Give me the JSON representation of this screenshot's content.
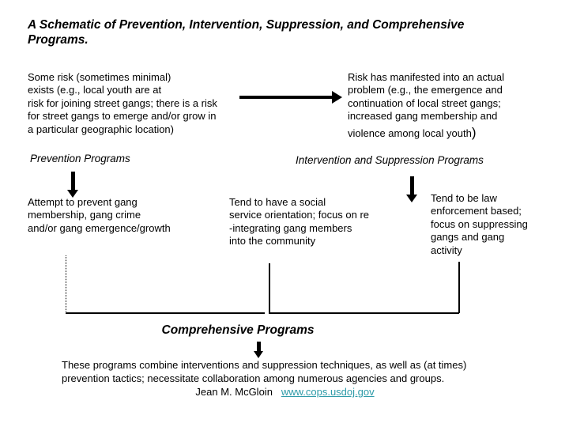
{
  "slide": {
    "title": "A Schematic of Prevention, Intervention, Suppression, and Comprehensive\nPrograms.",
    "risk_left": "Some risk (sometimes minimal)\nexists (e.g., local youth are at\nrisk for joining street gangs; there is a risk\nfor street gangs to emerge and/or grow in\na particular geographic location)",
    "risk_right_main": "Risk has manifested into an actual\nproblem (e.g., the emergence and\ncontinuation of local street gangs;\nincreased gang membership and",
    "risk_right_last": "violence among local youth",
    "risk_right_paren": ")",
    "prevention_label": "Prevention Programs",
    "intervention_label": "Intervention and Suppression Programs",
    "prevention_desc": "Attempt to prevent gang\nmembership, gang crime\nand/or gang emergence/growth",
    "intervention_desc": "Tend to have a social\nservice orientation; focus on re\n-integrating gang members\ninto the community",
    "suppression_desc": "Tend to be law\nenforcement based;\nfocus on suppressing\ngangs and gang\nactivity",
    "comprehensive_label": "Comprehensive Programs",
    "comprehensive_desc": "These programs combine interventions and suppression techniques, as well as (at times)\nprevention tactics; necessitate collaboration among numerous agencies and groups.",
    "author": "Jean M. McGloin",
    "link_text": "www.cops.usdoj.gov",
    "colors": {
      "link": "#2e9ba8",
      "arrow": "#000000",
      "background": "#ffffff"
    }
  }
}
